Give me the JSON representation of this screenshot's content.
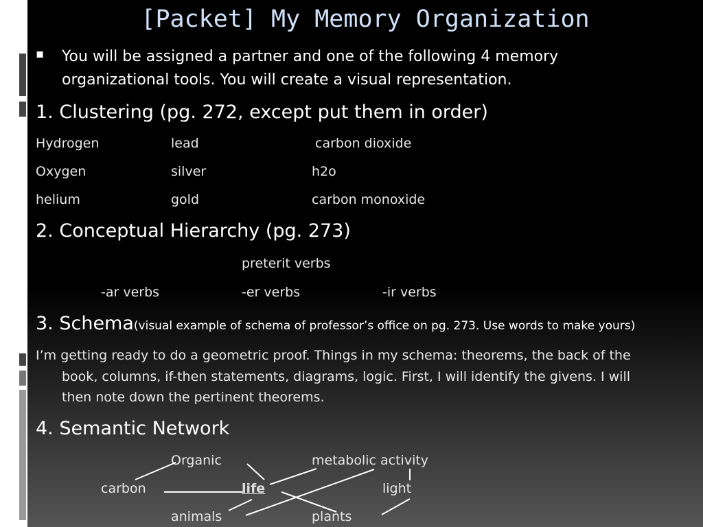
{
  "title": "[Packet] My Memory Organization",
  "intro": {
    "bullet": "▪",
    "line1": "You will be assigned a partner and one of the following 4 memory",
    "line2": "organizational tools. You will create a visual representation."
  },
  "clustering": {
    "heading": "1. Clustering  (pg. 272, except put them in order)",
    "rows": [
      [
        "Hydrogen",
        "lead",
        "carbon dioxide"
      ],
      [
        "Oxygen",
        "silver",
        "h2o"
      ],
      [
        "helium",
        "gold",
        "carbon monoxide"
      ]
    ]
  },
  "hierarchy": {
    "heading": "2. Conceptual Hierarchy (pg. 273)",
    "top": "preterit verbs",
    "children": [
      "-ar verbs",
      "-er verbs",
      "-ir verbs"
    ]
  },
  "schema": {
    "heading": "3. Schema",
    "note": "(visual example of schema of professor’s office on pg. 273. Use words to make yours)",
    "line1": "I’m getting ready to do a geometric proof. Things in my schema:  theorems, the back of the",
    "line2": "book, columns, if-then statements, diagrams, logic. First, I will identify the givens. I will",
    "line3": "then note down the pertinent theorems."
  },
  "semantic": {
    "heading": "4. Semantic Network",
    "organic": "Organic",
    "metabolic": "metabolic activity",
    "carbon": "carbon",
    "life": "life",
    "light": "light",
    "animals": "animals",
    "plants": "plants"
  }
}
